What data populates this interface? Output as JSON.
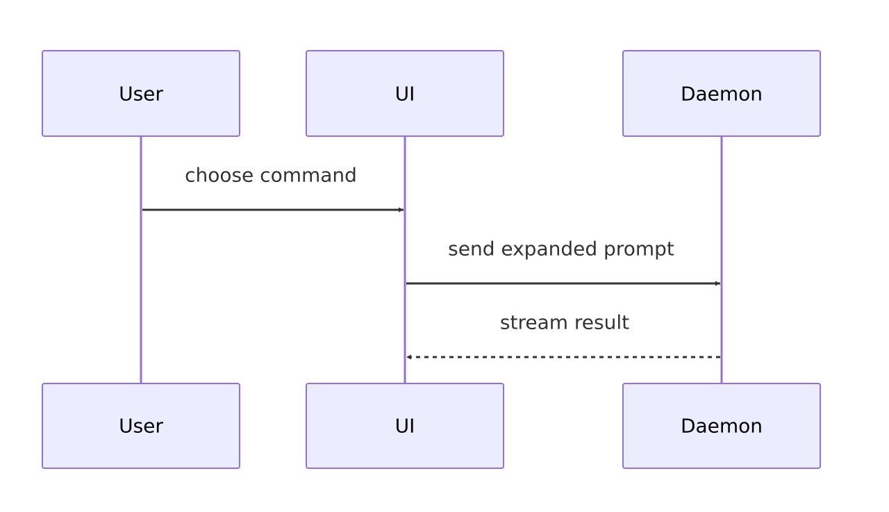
{
  "participants": [
    {
      "id": "user",
      "label": "User"
    },
    {
      "id": "ui",
      "label": "UI"
    },
    {
      "id": "daemon",
      "label": "Daemon"
    }
  ],
  "messages": [
    {
      "from": "user",
      "to": "ui",
      "label": "choose command",
      "style": "solid"
    },
    {
      "from": "ui",
      "to": "daemon",
      "label": "send expanded prompt",
      "style": "solid"
    },
    {
      "from": "daemon",
      "to": "ui",
      "label": "stream result",
      "style": "dashed"
    }
  ],
  "colors": {
    "actor_fill": "#ECECFF",
    "actor_stroke": "#9370DB",
    "lifeline": "#9370DB",
    "message": "#333333"
  }
}
